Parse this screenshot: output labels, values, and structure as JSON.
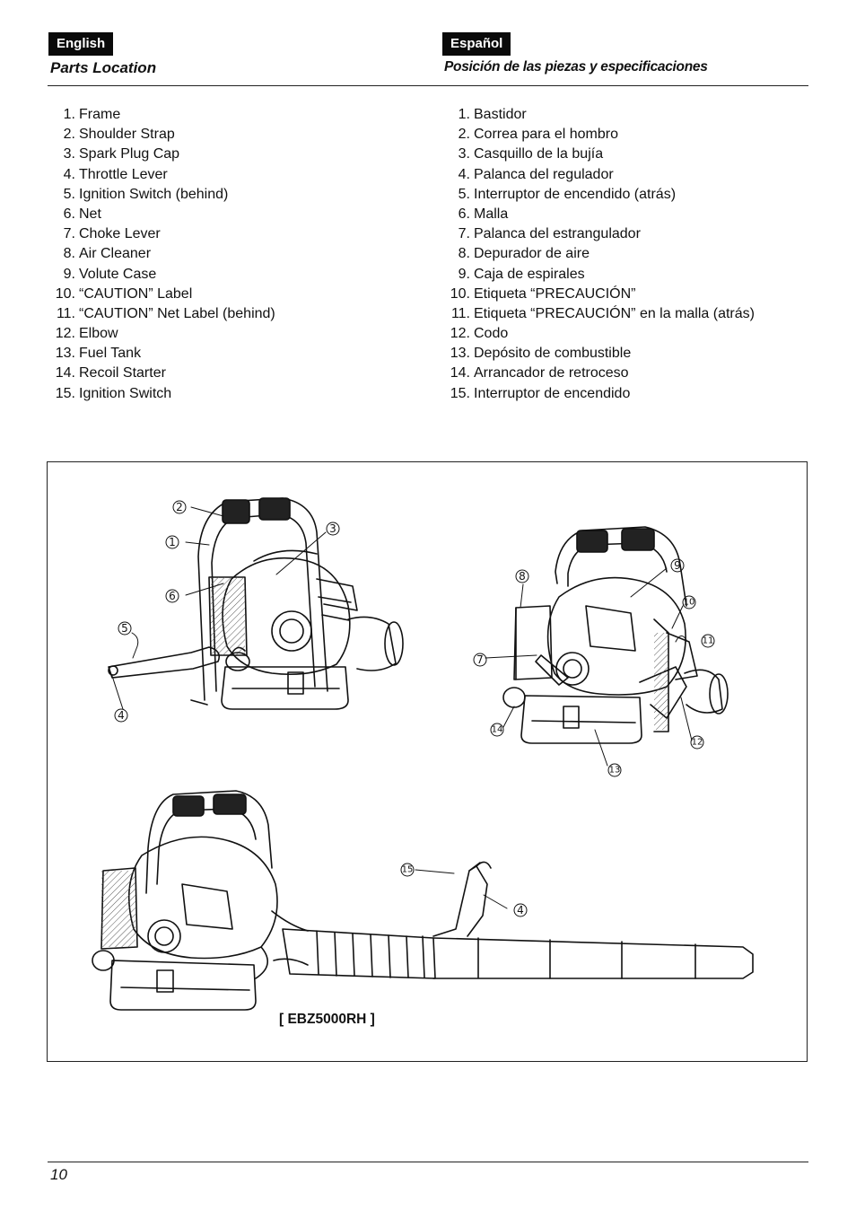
{
  "header": {
    "english_badge": "English",
    "spanish_badge": "Español",
    "english_title": "Parts Location",
    "spanish_title": "Posición de las piezas y especificaciones"
  },
  "parts_en": [
    {
      "num": "1.",
      "label": "Frame"
    },
    {
      "num": "2.",
      "label": "Shoulder Strap"
    },
    {
      "num": "3.",
      "label": "Spark Plug Cap"
    },
    {
      "num": "4.",
      "label": "Throttle Lever"
    },
    {
      "num": "5.",
      "label": "Ignition Switch (behind)"
    },
    {
      "num": "6.",
      "label": "Net"
    },
    {
      "num": "7.",
      "label": "Choke Lever"
    },
    {
      "num": "8.",
      "label": "Air Cleaner"
    },
    {
      "num": "9.",
      "label": "Volute Case"
    },
    {
      "num": "10.",
      "label": "“CAUTION” Label"
    },
    {
      "num": "11.",
      "label": "“CAUTION” Net Label (behind)"
    },
    {
      "num": "12.",
      "label": "Elbow"
    },
    {
      "num": "13.",
      "label": "Fuel Tank"
    },
    {
      "num": "14.",
      "label": "Recoil Starter"
    },
    {
      "num": "15.",
      "label": "Ignition Switch"
    }
  ],
  "parts_es": [
    {
      "num": "1.",
      "label": "Bastidor"
    },
    {
      "num": "2.",
      "label": "Correa para el hombro"
    },
    {
      "num": "3.",
      "label": "Casquillo de la bujía"
    },
    {
      "num": "4.",
      "label": "Palanca del regulador"
    },
    {
      "num": "5.",
      "label": "Interruptor de encendido (atrás)"
    },
    {
      "num": "6.",
      "label": "Malla"
    },
    {
      "num": "7.",
      "label": "Palanca del estrangulador"
    },
    {
      "num": "8.",
      "label": "Depurador de aire"
    },
    {
      "num": "9.",
      "label": "Caja de espirales"
    },
    {
      "num": "10.",
      "label": "Etiqueta “PRECAUCIÓN”"
    },
    {
      "num": "11.",
      "label": "Etiqueta “PRECAUCIÓN” en la malla (atrás)"
    },
    {
      "num": "12.",
      "label": "Codo"
    },
    {
      "num": "13.",
      "label": "Depósito de combustible"
    },
    {
      "num": "14.",
      "label": "Arrancador de retroceso"
    },
    {
      "num": "15.",
      "label": "Interruptor de encendido"
    }
  ],
  "diagram": {
    "callouts": [
      "1",
      "2",
      "3",
      "4",
      "5",
      "6",
      "7",
      "8",
      "9",
      "10",
      "11",
      "12",
      "13",
      "14",
      "15",
      "4"
    ],
    "model_label": "[ EBZ5000RH ]"
  },
  "page_number": "10"
}
